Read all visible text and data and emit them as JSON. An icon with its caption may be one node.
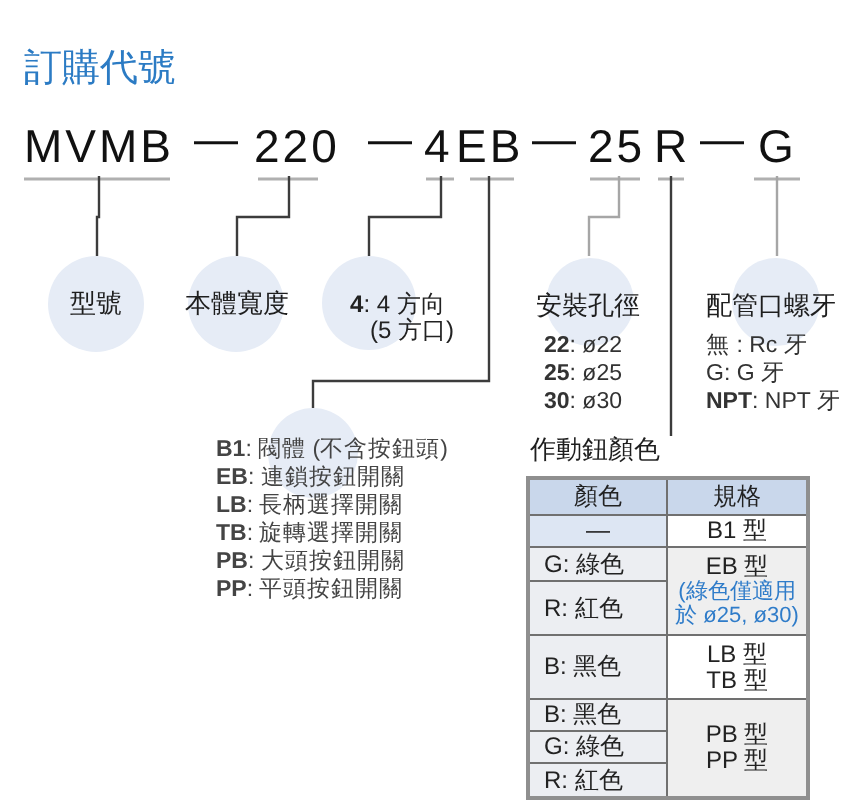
{
  "diagram": {
    "title": "訂購代號",
    "nodes": [
      {
        "text": [
          "MVMB"
        ]
      },
      {
        "text": [
          "220"
        ]
      },
      {
        "text": [
          "4"
        ]
      },
      {
        "text": [
          "EB"
        ]
      },
      {
        "text": [
          "25"
        ]
      },
      {
        "text": [
          "R"
        ]
      },
      {
        "text": [
          "G"
        ]
      },
      {
        "text": [
          "型號"
        ]
      },
      {
        "text": [
          "本體寬度"
        ]
      },
      {
        "text": [
          "**4**: 4 方向 (5 方口)"
        ]
      },
      {
        "text": [
          "安裝孔徑",
          "**22**: ø22",
          "**25**: ø25",
          "**30**: ø30"
        ]
      },
      {
        "text": [
          "配管口螺牙",
          "無 : Rc 牙",
          "G: G 牙",
          "**NPT**: NPT 牙"
        ]
      },
      {
        "text": [
          "**B1**: 閥體 (不含按鈕頭)",
          "**EB**: 連鎖按鈕開關",
          "**LB**: 長柄選擇開關",
          "**TB**: 旋轉選擇開關",
          "**PB**: 大頭按鈕開關",
          "**PP**: 平頭按鈕開關"
        ]
      },
      {
        "text": [
          "作動鈕顏色"
        ]
      }
    ],
    "edges": [
      {
        "from": 0,
        "to": 7,
        "arrow": "none"
      },
      {
        "from": 1,
        "to": 8,
        "arrow": "none"
      },
      {
        "from": 2,
        "to": 9,
        "arrow": "none"
      },
      {
        "from": 3,
        "to": 12,
        "arrow": "none"
      },
      {
        "from": 4,
        "to": 10,
        "arrow": "none",
        "color": "#a6a6a6"
      },
      {
        "from": 5,
        "to": 13,
        "arrow": "none"
      },
      {
        "from": 6,
        "to": 11,
        "arrow": "none",
        "color": "#a6a6a6"
      }
    ],
    "labels": [
      "—",
      "—",
      "—",
      "—",
      "顏色",
      "規格",
      "—",
      "B1 型",
      "G: 綠色",
      "EB 型",
      "(綠色僅適用於 ø25, ø30)",
      "R: 紅色",
      "B: 黑色",
      "LB 型",
      "TB 型",
      "B: 黑色",
      "PB 型",
      "PP 型",
      "G: 綠色",
      "R: 紅色"
    ]
  }
}
